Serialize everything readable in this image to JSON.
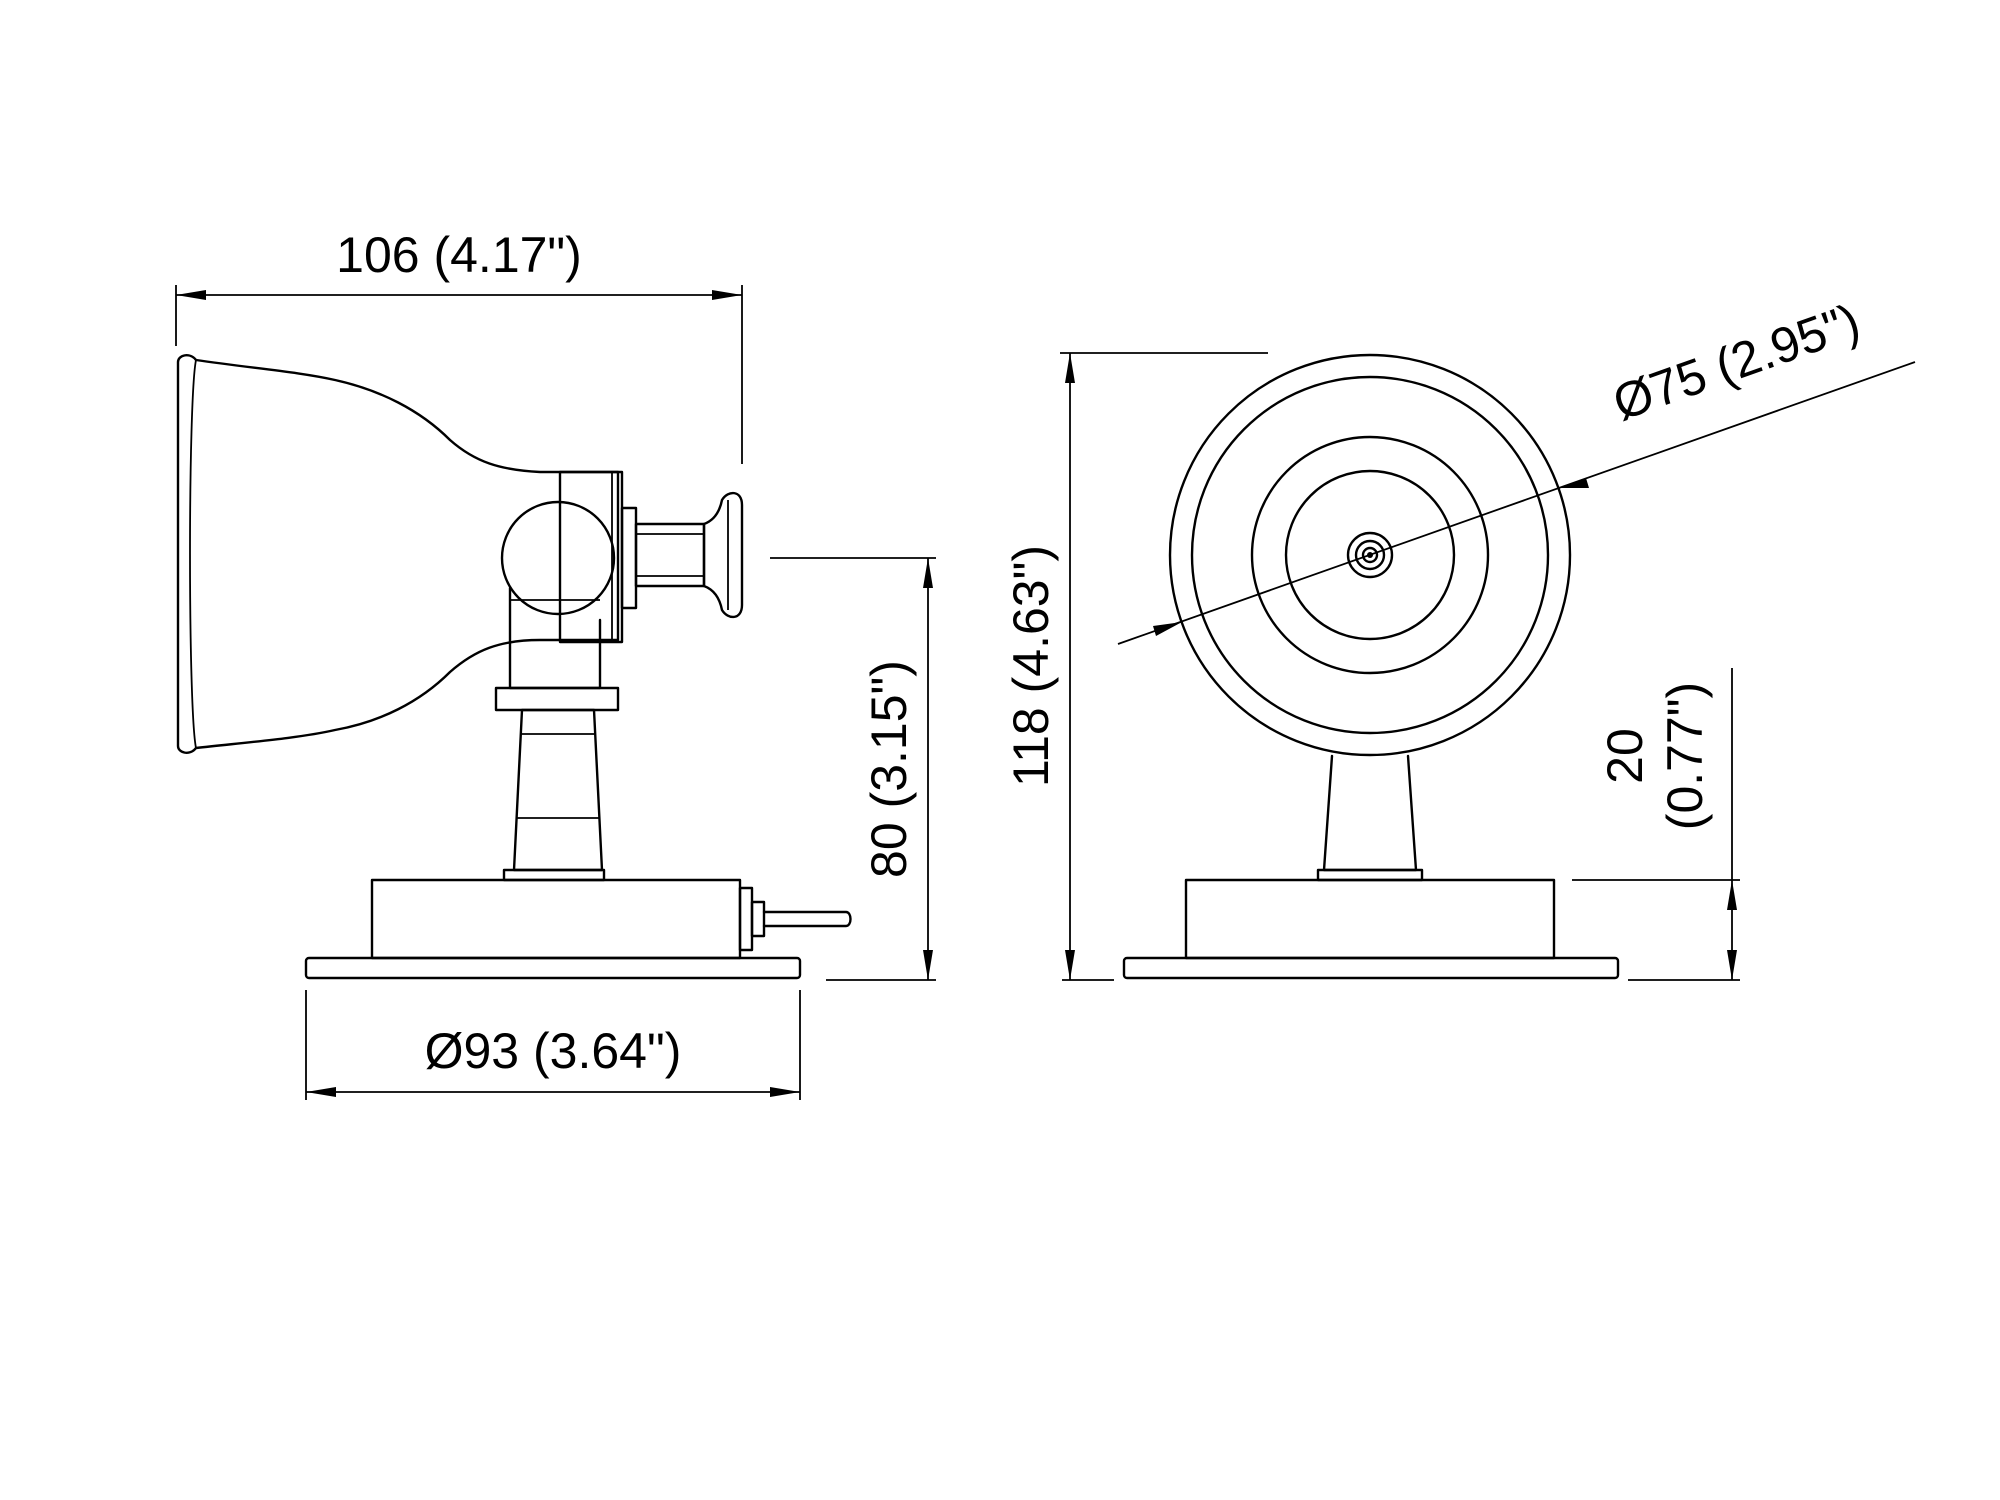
{
  "drawing": {
    "line_color": "#000000",
    "background": "#ffffff"
  },
  "dimensions": {
    "width_side": "106  (4.17\")",
    "height_axis": "80  (3.15\")",
    "base_diameter": "Ø93  (3.64\")",
    "total_height": "118  (4.63\")",
    "head_diameter": "Ø75  (2.95\")",
    "base_height_value": "20",
    "base_height_inch": "(0.77\")"
  }
}
